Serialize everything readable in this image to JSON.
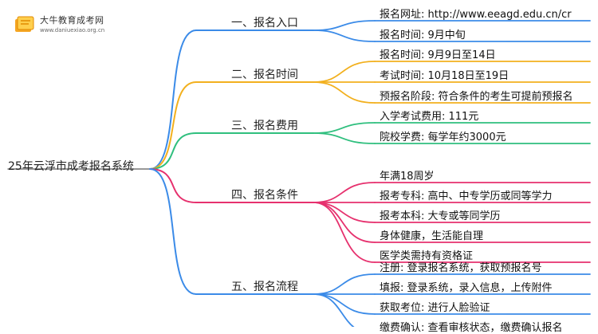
{
  "logo": {
    "title": "大牛教育成考网",
    "url": "www.daniuexiao.org.cn"
  },
  "root": "25年云浮市成考报名系统",
  "colors": {
    "root_line": "#777777",
    "branches": [
      "#3b8be8",
      "#f2b01e",
      "#2fbf7e",
      "#e6316e",
      "#3b8be8"
    ]
  },
  "branches": [
    {
      "label": "一、报名入口",
      "items": [
        "报名网址: http://www.eeagd.edu.cn/cr",
        "报名时间: 9月中旬"
      ]
    },
    {
      "label": "二、报名时间",
      "items": [
        "报名时间: 9月9日至14日",
        "考试时间: 10月18日至19日",
        "预报名阶段: 符合条件的考生可提前预报名"
      ]
    },
    {
      "label": "三、报名费用",
      "items": [
        "入学考试费用: 111元",
        "院校学费: 每学年约3000元"
      ]
    },
    {
      "label": "四、报名条件",
      "items": [
        "年满18周岁",
        "报考专科: 高中、中专学历或同等学力",
        "报考本科: 大专或等同学历",
        "身体健康，生活能自理",
        "医学类需持有资格证"
      ]
    },
    {
      "label": "五、报名流程",
      "items": [
        "注册: 登录报名系统，获取预报名号",
        "填报: 登录系统，录入信息，上传附件",
        "获取考位: 进行人脸验证",
        "缴费确认: 查看审核状态，缴费确认报名"
      ]
    }
  ]
}
